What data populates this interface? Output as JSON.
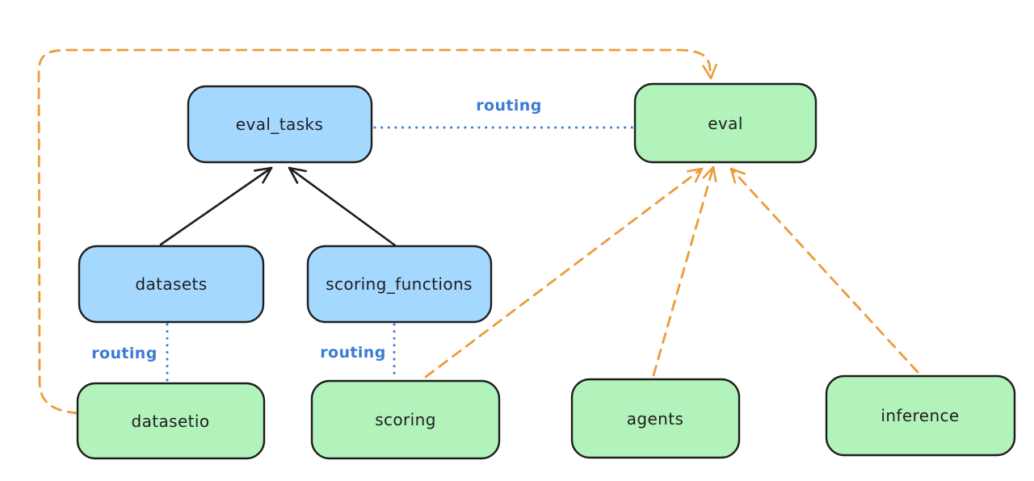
{
  "diagram": {
    "kind": "architecture-graph",
    "nodes": {
      "eval_tasks": {
        "label": "eval_tasks",
        "group": "resource"
      },
      "eval": {
        "label": "eval",
        "group": "api"
      },
      "datasets": {
        "label": "datasets",
        "group": "resource"
      },
      "scoring_functions": {
        "label": "scoring_functions",
        "group": "resource"
      },
      "datasetio": {
        "label": "datasetio",
        "group": "api"
      },
      "scoring": {
        "label": "scoring",
        "group": "api"
      },
      "agents": {
        "label": "agents",
        "group": "api"
      },
      "inference": {
        "label": "inference",
        "group": "api"
      }
    },
    "edge_labels": {
      "eval_tasks_to_eval": "routing",
      "datasets_to_datasetio": "routing",
      "scoring_functions_to_scoring": "routing"
    },
    "edges": [
      {
        "from": "datasets",
        "to": "eval_tasks",
        "style": "solid-black-arrow"
      },
      {
        "from": "scoring_functions",
        "to": "eval_tasks",
        "style": "solid-black-arrow"
      },
      {
        "from": "eval_tasks",
        "to": "eval",
        "style": "dotted-blue",
        "label": "routing"
      },
      {
        "from": "datasets",
        "to": "datasetio",
        "style": "dotted-blue",
        "label": "routing"
      },
      {
        "from": "scoring_functions",
        "to": "scoring",
        "style": "dotted-blue",
        "label": "routing"
      },
      {
        "from": "datasetio",
        "to": "eval",
        "style": "dashed-orange-arrow"
      },
      {
        "from": "scoring",
        "to": "eval",
        "style": "dashed-orange-arrow"
      },
      {
        "from": "agents",
        "to": "eval",
        "style": "dashed-orange-arrow"
      },
      {
        "from": "inference",
        "to": "eval",
        "style": "dashed-orange-arrow"
      }
    ],
    "colors": {
      "background": "#ffffff",
      "blue_fill": "#a5d8ff",
      "green_fill": "#b2f2bb",
      "border": "#1e1e1e",
      "text": "#1e1e1e",
      "routing_blue": "#3d7bd3",
      "orange": "#ec9b3b"
    }
  }
}
